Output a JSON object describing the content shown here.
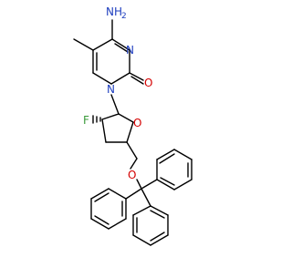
{
  "molecule": {
    "atoms": {
      "nh2": "NH",
      "nh2_sub": "2",
      "n_ring_top": "N",
      "n_ring_bottom": "N",
      "o_carbonyl": "O",
      "f": "F",
      "o_ring": "O",
      "o_ether": "O"
    },
    "colors": {
      "nitrogen": "#1f3fbf",
      "oxygen": "#d40000",
      "fluorine": "#3a9a3a",
      "bond": "#000000"
    }
  }
}
